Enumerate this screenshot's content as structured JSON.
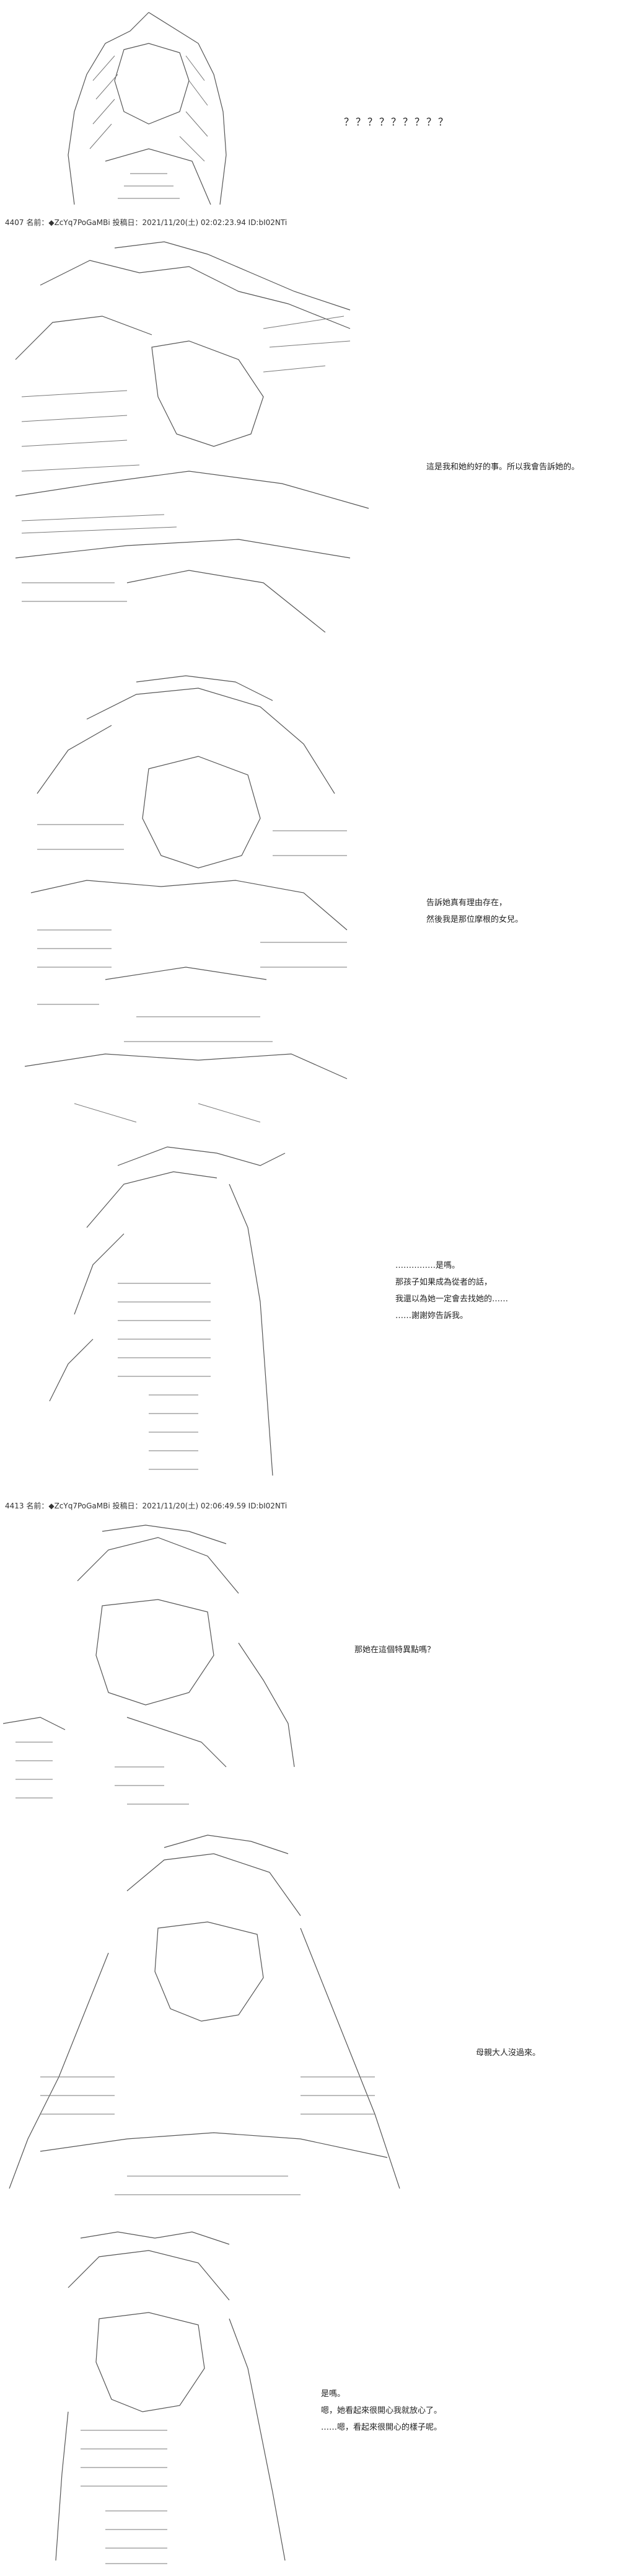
{
  "panels": [
    {
      "question": "？？？？？？？？？"
    },
    {
      "header": "4407 名前：◆ZcYq7PoGaMBi 投稿日：2021/11/20(土) 02:02:23.94 ID:bI02NTi",
      "lines": [
        "這是我和她約好的事。所以我會告訴她的。"
      ]
    },
    {
      "lines": [
        "告訴她真有理由存在，",
        "然後我是那位摩根的女兒。"
      ]
    },
    {
      "lines": [
        "……………是嗎。",
        "那孩子如果成為從者的話，",
        "我還以為她一定會去找她的……",
        "……謝謝妳告訴我。"
      ]
    },
    {
      "header": "4413 名前：◆ZcYq7PoGaMBi 投稿日：2021/11/20(土) 02:06:49.59 ID:bI02NTi",
      "lines": [
        "那她在這個特異點嗎？"
      ]
    },
    {
      "lines": [
        "母親大人沒過來。"
      ]
    },
    {
      "lines": [
        "是嗎。",
        "嗯，她看起來很開心我就放心了。",
        "……嗯，看起來很開心的樣子呢。"
      ]
    }
  ]
}
